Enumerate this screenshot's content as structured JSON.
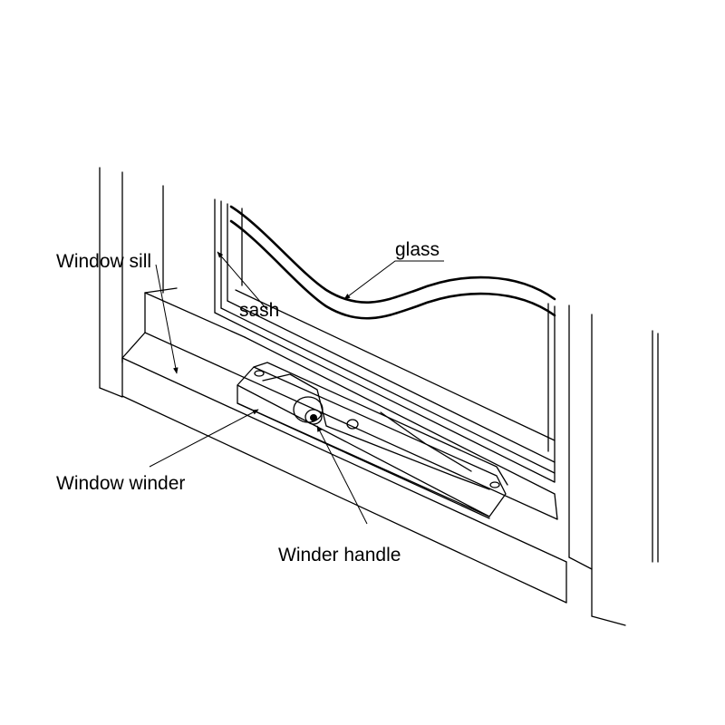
{
  "labels": {
    "window_sill": "Window sill",
    "sash": "sash",
    "glass": "glass",
    "window_winder": "Window winder",
    "winder_handle": "Winder handle"
  },
  "colors": {
    "stroke": "#000000",
    "background": "#ffffff"
  }
}
